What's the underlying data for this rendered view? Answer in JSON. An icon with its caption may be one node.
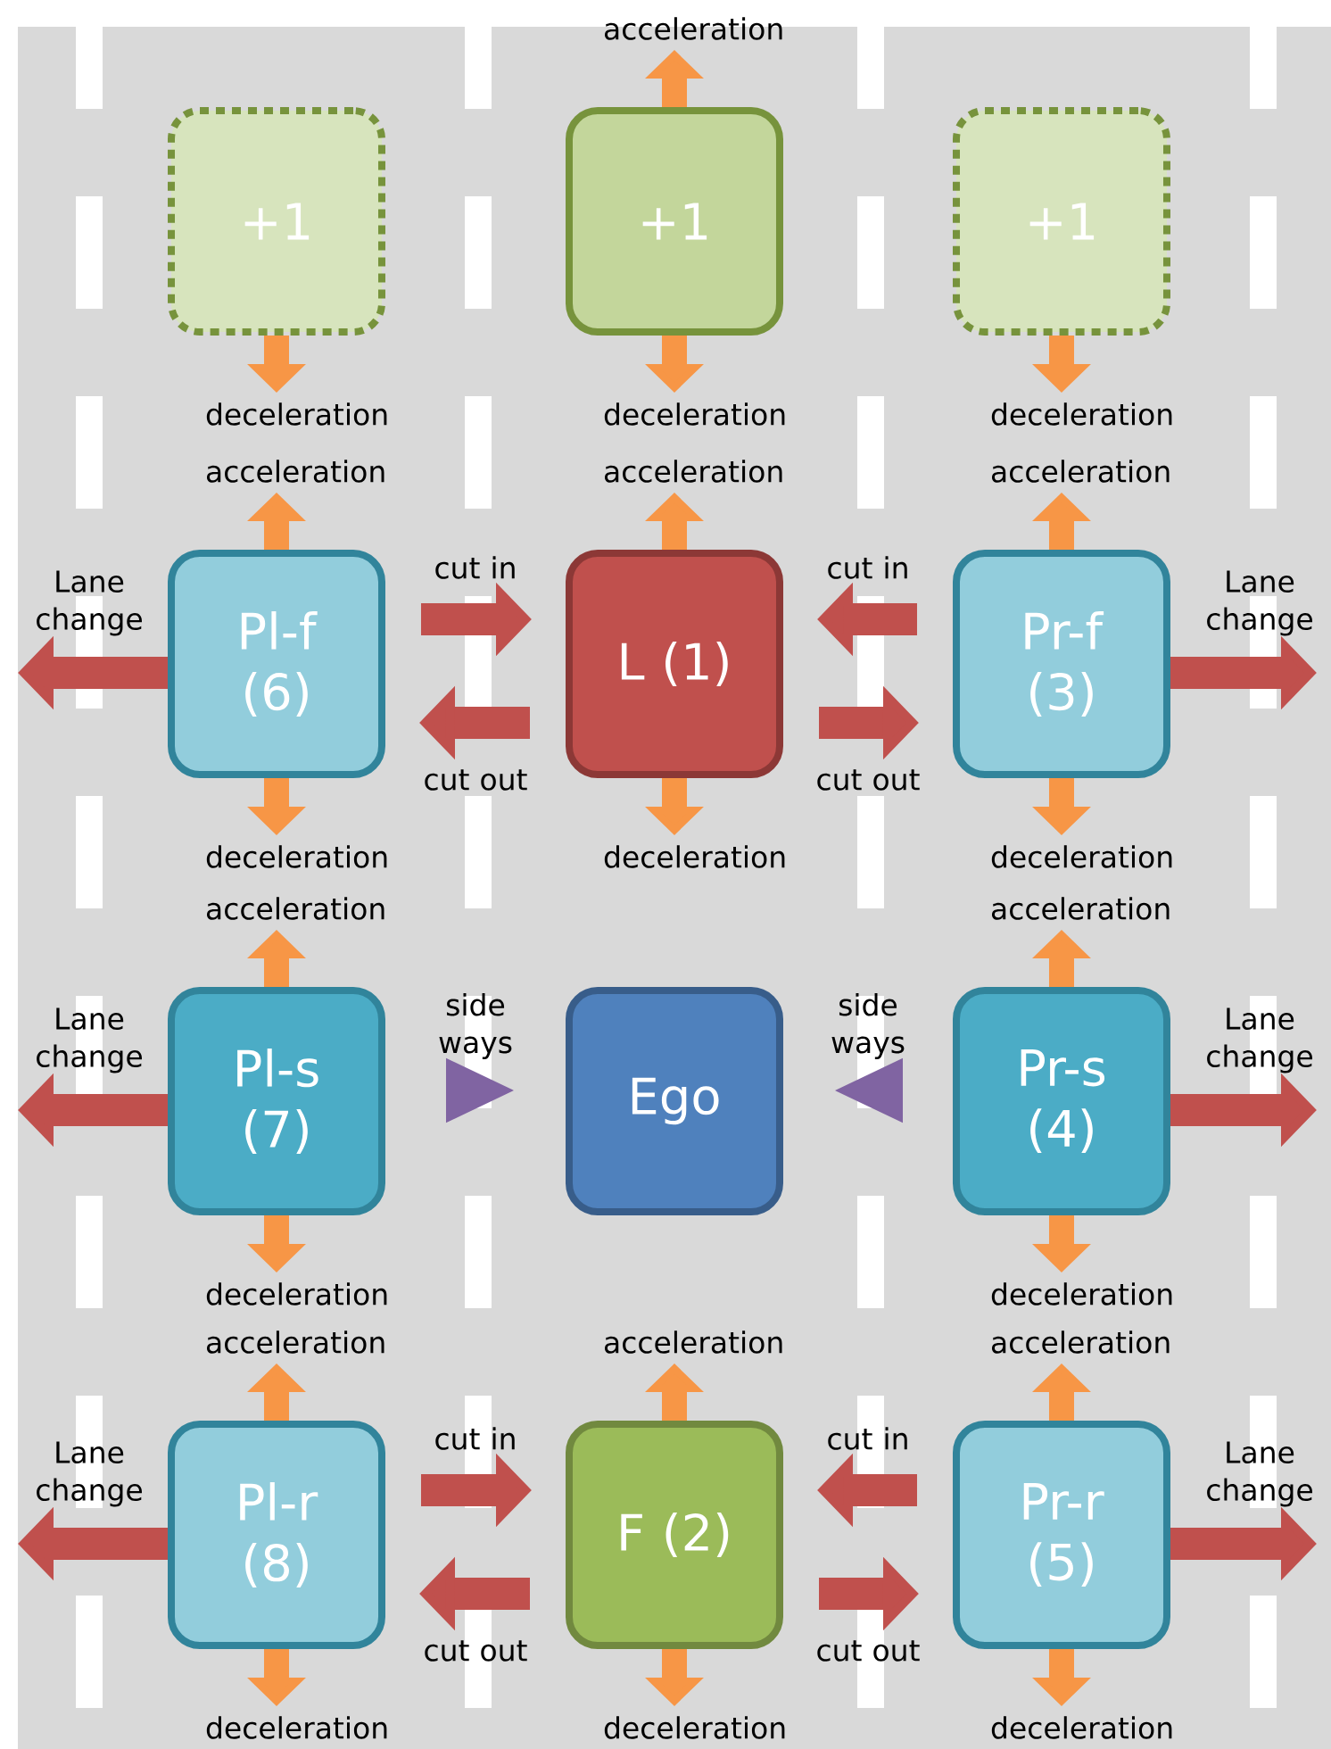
{
  "diagram": {
    "nodes": [
      {
        "text": [
          "+1"
        ]
      },
      {
        "text": [
          "+1"
        ]
      },
      {
        "text": [
          "+1"
        ]
      },
      {
        "text": [
          "Pl-f (6)"
        ]
      },
      {
        "text": [
          "L (1)"
        ]
      },
      {
        "text": [
          "Pr-f (3)"
        ]
      },
      {
        "text": [
          "Pl-s (7)"
        ]
      },
      {
        "text": [
          "Ego"
        ]
      },
      {
        "text": [
          "Pr-s (4)"
        ]
      },
      {
        "text": [
          "Pl-r (8)"
        ]
      },
      {
        "text": [
          "F (2)"
        ]
      },
      {
        "text": [
          "Pr-r (5)"
        ]
      }
    ],
    "edges": [
      {
        "from": 1,
        "to": null,
        "arrow": "to",
        "label": "acceleration"
      },
      {
        "from": 0,
        "to": null,
        "arrow": "to",
        "label": "deceleration"
      },
      {
        "from": 1,
        "to": null,
        "arrow": "to",
        "label": "deceleration"
      },
      {
        "from": 2,
        "to": null,
        "arrow": "to",
        "label": "deceleration"
      },
      {
        "from": 3,
        "to": null,
        "arrow": "to",
        "label": "acceleration"
      },
      {
        "from": 4,
        "to": null,
        "arrow": "to",
        "label": "acceleration"
      },
      {
        "from": 5,
        "to": null,
        "arrow": "to",
        "label": "acceleration"
      },
      {
        "from": 3,
        "to": null,
        "arrow": "to",
        "label": "Lane change",
        "color": "#c0504d"
      },
      {
        "from": 3,
        "to": 4,
        "arrow": "to",
        "label": "cut in",
        "color": "#c0504d"
      },
      {
        "from": 5,
        "to": 4,
        "arrow": "to",
        "label": "cut in",
        "color": "#c0504d"
      },
      {
        "from": 5,
        "to": null,
        "arrow": "to",
        "label": "Lane change",
        "color": "#c0504d"
      },
      {
        "from": 4,
        "to": 3,
        "arrow": "to",
        "label": "cut out",
        "color": "#c0504d"
      },
      {
        "from": 4,
        "to": 5,
        "arrow": "to",
        "label": "cut out",
        "color": "#c0504d"
      },
      {
        "from": 3,
        "to": null,
        "arrow": "to",
        "label": "deceleration"
      },
      {
        "from": 4,
        "to": null,
        "arrow": "to",
        "label": "deceleration"
      },
      {
        "from": 5,
        "to": null,
        "arrow": "to",
        "label": "deceleration"
      },
      {
        "from": 6,
        "to": null,
        "arrow": "to",
        "label": "acceleration"
      },
      {
        "from": 8,
        "to": null,
        "arrow": "to",
        "label": "acceleration"
      },
      {
        "from": 6,
        "to": null,
        "arrow": "to",
        "label": "Lane change",
        "color": "#c0504d"
      },
      {
        "from": 6,
        "to": 7,
        "arrow": "to",
        "label": "side ways",
        "color": "#8064a2"
      },
      {
        "from": 8,
        "to": 7,
        "arrow": "to",
        "label": "side ways",
        "color": "#8064a2"
      },
      {
        "from": 8,
        "to": null,
        "arrow": "to",
        "label": "Lane change",
        "color": "#c0504d"
      },
      {
        "from": 6,
        "to": null,
        "arrow": "to",
        "label": "deceleration"
      },
      {
        "from": 8,
        "to": null,
        "arrow": "to",
        "label": "deceleration"
      },
      {
        "from": 9,
        "to": null,
        "arrow": "to",
        "label": "acceleration"
      },
      {
        "from": 10,
        "to": null,
        "arrow": "to",
        "label": "acceleration"
      },
      {
        "from": 11,
        "to": null,
        "arrow": "to",
        "label": "acceleration"
      },
      {
        "from": 9,
        "to": null,
        "arrow": "to",
        "label": "Lane change",
        "color": "#c0504d"
      },
      {
        "from": 9,
        "to": 10,
        "arrow": "to",
        "label": "cut in",
        "color": "#c0504d"
      },
      {
        "from": 11,
        "to": 10,
        "arrow": "to",
        "label": "cut in",
        "color": "#c0504d"
      },
      {
        "from": 11,
        "to": null,
        "arrow": "to",
        "label": "Lane change",
        "color": "#c0504d"
      },
      {
        "from": 10,
        "to": 9,
        "arrow": "to",
        "label": "cut out",
        "color": "#c0504d"
      },
      {
        "from": 10,
        "to": 11,
        "arrow": "to",
        "label": "cut out",
        "color": "#c0504d"
      },
      {
        "from": 9,
        "to": null,
        "arrow": "to",
        "label": "deceleration"
      },
      {
        "from": 10,
        "to": null,
        "arrow": "to",
        "label": "deceleration"
      },
      {
        "from": 11,
        "to": null,
        "arrow": "to",
        "label": "deceleration"
      }
    ]
  }
}
